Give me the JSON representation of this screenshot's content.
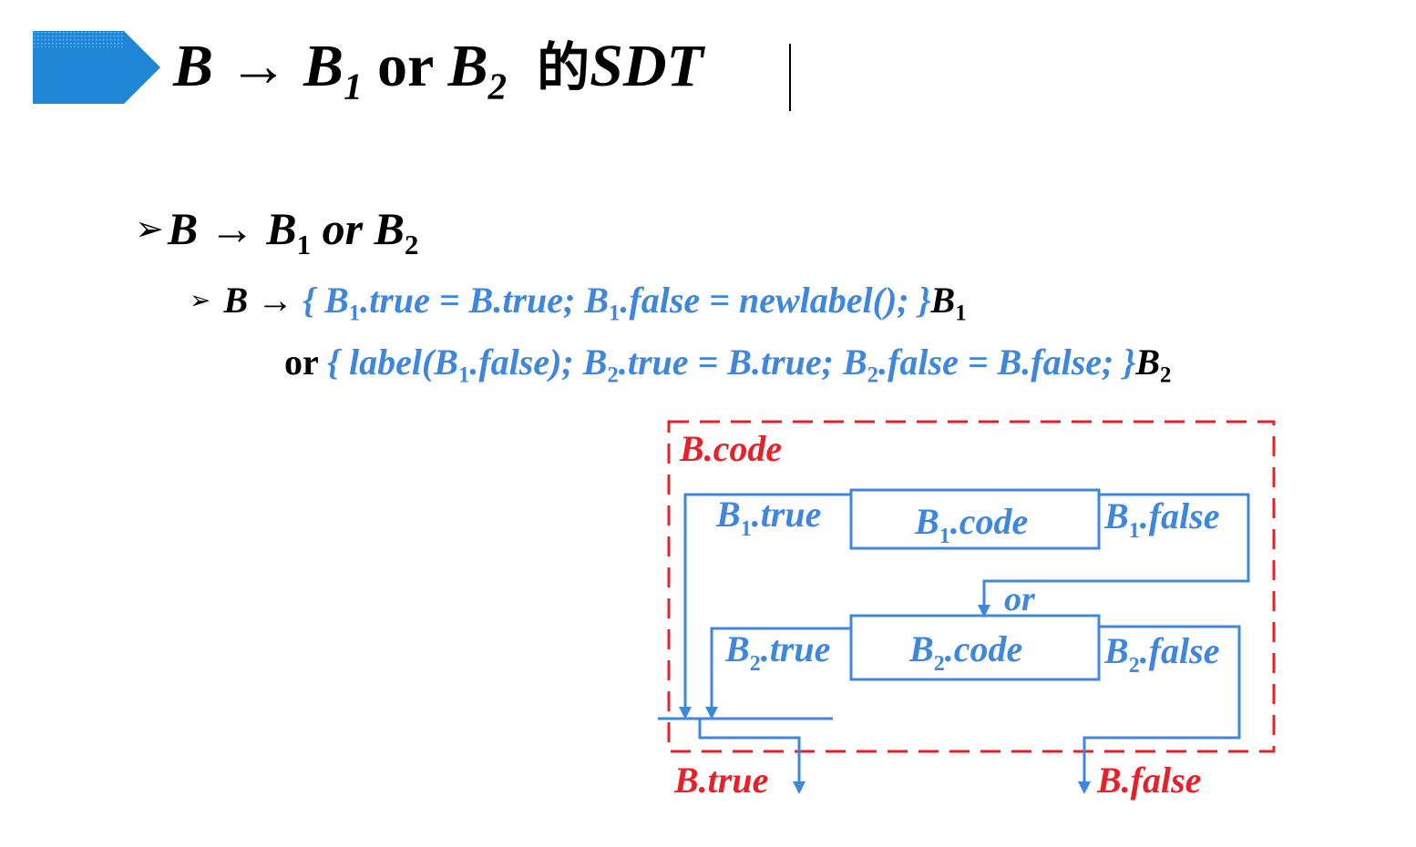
{
  "title": {
    "lhs": "B",
    "arrow": "→",
    "b1": "B",
    "b1_sub": "1",
    "or": "or",
    "b2": "B",
    "b2_sub": "2",
    "de": "的",
    "sdt": "SDT"
  },
  "rule": {
    "bullet": "➢",
    "lhs": "B",
    "arrow": "→",
    "b1": "B",
    "b1_sub": "1",
    "or": "or",
    "b2": "B",
    "b2_sub": "2"
  },
  "sdt_rule": {
    "bullet": "➢",
    "lhs": "B",
    "arrow": "→",
    "action1_pre": "{ B",
    "action1_sub1": "1",
    "action1_mid": ".true = B.true;  B",
    "action1_sub2": "1",
    "action1_post": ".false = newlabel(); }",
    "sym1": "B",
    "sym1_sub": "1",
    "or": "or",
    "action2_pre": "{ label(B",
    "action2_sub1": "1",
    "action2_mid1": ".false);  B",
    "action2_sub2": "2",
    "action2_mid2": ".true = B.true;  B",
    "action2_sub3": "2",
    "action2_post": ".false = B.false; }",
    "sym2": "B",
    "sym2_sub": "2"
  },
  "diagram": {
    "outer_label": "B.code",
    "b1_true": {
      "main": "B",
      "sub": "1",
      "rest": ".true"
    },
    "b1_code": {
      "main": "B",
      "sub": "1",
      "rest": ".code"
    },
    "b1_false": {
      "main": "B",
      "sub": "1",
      "rest": ".false"
    },
    "or_label": "or",
    "b2_true": {
      "main": "B",
      "sub": "2",
      "rest": ".true"
    },
    "b2_code": {
      "main": "B",
      "sub": "2",
      "rest": ".code"
    },
    "b2_false": {
      "main": "B",
      "sub": "2",
      "rest": ".false"
    },
    "out_true": "B.true",
    "out_false": "B.false"
  },
  "colors": {
    "blue": "#3f87dd",
    "red": "#e8202a",
    "title_tab": "#1f87d6"
  }
}
